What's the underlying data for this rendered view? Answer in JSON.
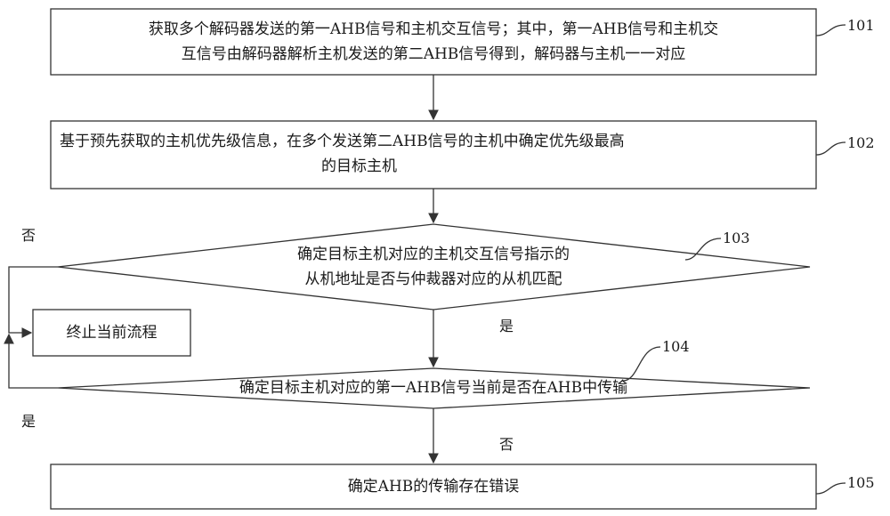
{
  "steps": {
    "s101": {
      "number": "101",
      "line1": "获取多个解码器发送的第一AHB信号和主机交互信号；其中，第一AHB信号和主机交",
      "line2": "互信号由解码器解析主机发送的第二AHB信号得到，解码器与主机一一对应"
    },
    "s102": {
      "number": "102",
      "line1": "基于预先获取的主机优先级信息，在多个发送第二AHB信号的主机中确定优先级最高",
      "line2": "的目标主机"
    },
    "s103": {
      "number": "103",
      "line1": "确定目标主机对应的主机交互信号指示的",
      "line2": "从机地址是否与仲裁器对应的从机匹配"
    },
    "s104": {
      "number": "104",
      "line1": "确定目标主机对应的第一AHB信号当前是否在AHB中传输"
    },
    "s105": {
      "number": "105",
      "line1": "确定AHB的传输存在错误"
    },
    "terminate": {
      "label": "终止当前流程"
    }
  },
  "branches": {
    "d103_no": "否",
    "d103_yes": "是",
    "d104_yes": "是",
    "d104_no": "否"
  },
  "colors": {
    "stroke": "#333333",
    "text": "#1a1a1a",
    "background": "#ffffff"
  }
}
